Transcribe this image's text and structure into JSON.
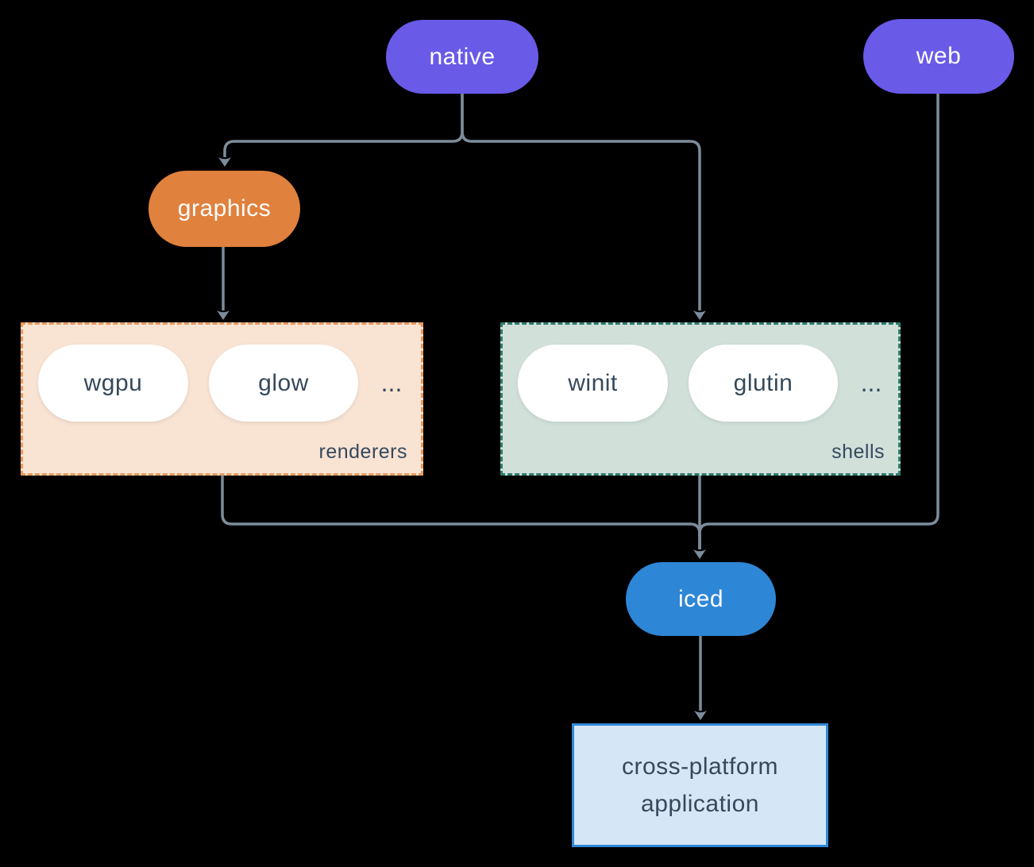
{
  "diagram": {
    "nodes": {
      "native": {
        "label": "native"
      },
      "web": {
        "label": "web"
      },
      "graphics": {
        "label": "graphics"
      },
      "iced": {
        "label": "iced"
      },
      "application": {
        "line1": "cross-platform",
        "line2": "application"
      }
    },
    "groups": {
      "renderers": {
        "label": "renderers",
        "items": [
          "wgpu",
          "glow"
        ],
        "ellipsis": "..."
      },
      "shells": {
        "label": "shells",
        "items": [
          "winit",
          "glutin"
        ],
        "ellipsis": "..."
      }
    },
    "colors": {
      "background": "#000000",
      "native_web_fill": "#695ae8",
      "graphics_fill": "#e0813d",
      "iced_fill": "#2e86d6",
      "app_fill": "#d5e7f7",
      "app_border": "#3088d8",
      "renderers_fill": "#f9e3d3",
      "renderers_border": "#e9995e",
      "shells_fill": "#d2e0da",
      "shells_border": "#2e7c6c",
      "edge_line": "#7c8c9a",
      "dark_text": "#35495c",
      "light_text": "#ffffff"
    }
  }
}
